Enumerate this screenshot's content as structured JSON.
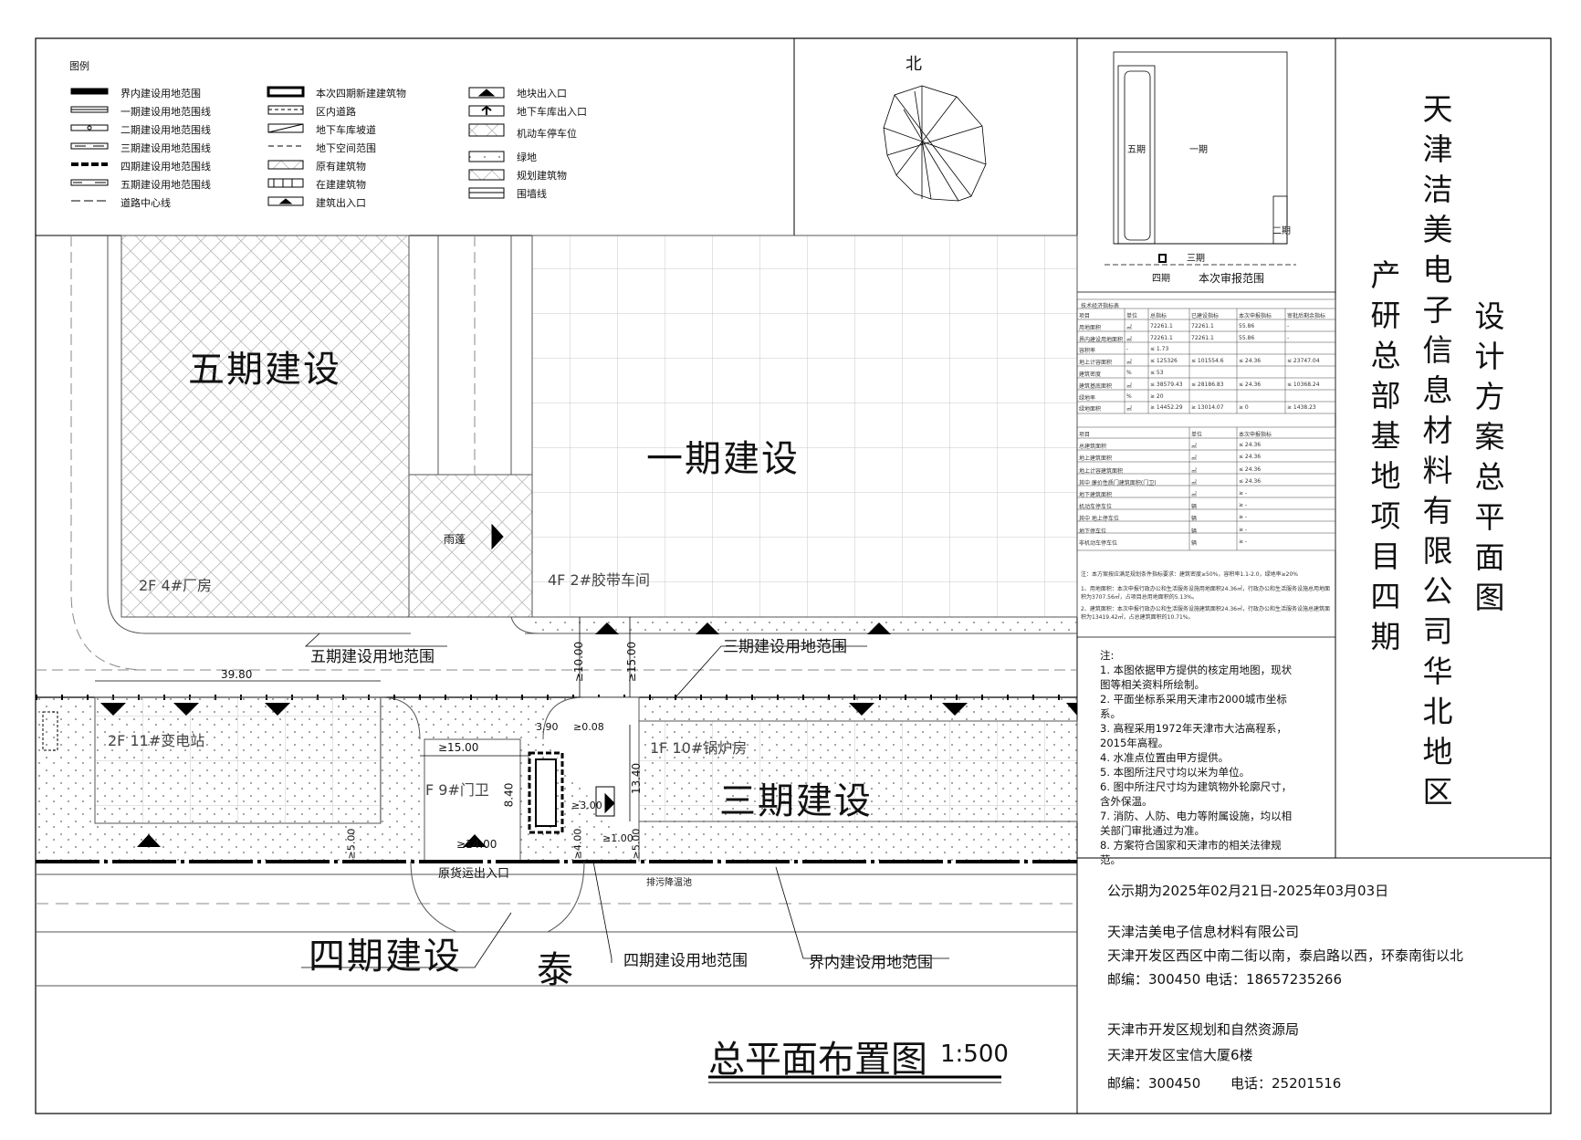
{
  "legend": {
    "title": "图例",
    "col1": [
      "界内建设用地范围",
      "一期建设用地范围线",
      "二期建设用地范围线",
      "三期建设用地范围线",
      "四期建设用地范围线",
      "五期建设用地范围线",
      "道路中心线"
    ],
    "col2": [
      "本次四期新建建筑物",
      "区内道路",
      "地下车库坡道",
      "地下空间范围",
      "原有建筑物",
      "在建建筑物",
      "建筑出入口"
    ],
    "col3": [
      "地块出入口",
      "地下车库出入口",
      "机动车停车位",
      "绿地",
      "规划建筑物",
      "围墙线"
    ]
  },
  "compass": {
    "north": "北"
  },
  "keymap": {
    "phase5": "五期",
    "phase1": "一期",
    "phase2": "二期",
    "phase3": "三期",
    "phase4": "四期",
    "scope": "本次审报范围"
  },
  "plan": {
    "phase5": "五期建设",
    "phase1": "一期建设",
    "phase3": "三期建设",
    "phase4": "四期建设",
    "tai": "泰",
    "canopy": "雨蓬",
    "bldg4": "2F  4#厂房",
    "bldg2": "4F  2#胶带车间",
    "bldg11": "2F  11#变电站",
    "bldg10": "1F  10#锅炉房",
    "bldg9": "F  9#门卫",
    "label_p5": "五期建设用地范围",
    "label_p3": "三期建设用地范围",
    "label_p4": "四期建设用地范围",
    "label_site": "界内建设用地范围",
    "entrance": "原货运出入口",
    "drain": "排污降温池",
    "dim_39_80": "39.80",
    "dim_10": "≥10.00",
    "dim_15a": "≥15.00",
    "dim_15b": "≥15.00",
    "dim_14": "≥14.00",
    "dim_13_40": "13.40",
    "dim_8_40": "8.40",
    "dim_3_90": "3.90",
    "dim_0_08": "≥0.08",
    "dim_3_00": "≥3.00",
    "dim_5a": "≥5.00",
    "dim_5b": "≥5.00",
    "dim_1": "≥1.00",
    "dim_4": "≥4.00",
    "drawing_title": "总平面布置图",
    "scale": "1:500"
  },
  "table": {
    "title": "技术经济指标表",
    "header": [
      "项目",
      "单位",
      "总指标",
      "已建设指标",
      "本次申报指标",
      "审批后剩余指标"
    ],
    "rows": [
      [
        "用地面积",
        "㎡",
        "72261.1",
        "72261.1",
        "55.86",
        "-"
      ],
      [
        "界内建设用地面积",
        "㎡",
        "72261.1",
        "72261.1",
        "55.86",
        "-"
      ],
      [
        "容积率",
        "-",
        "≤  1.73",
        "",
        "",
        ""
      ],
      [
        "地上计容面积",
        "㎡",
        "≤  125326",
        "≤  101554.6",
        "≤  24.36",
        "≤  23747.04"
      ],
      [
        "建筑密度",
        "%",
        "≤  53",
        "",
        "",
        ""
      ],
      [
        "建筑基底面积",
        "㎡",
        "≤  38579.43",
        "≤  28186.83",
        "≤  24.36",
        "≤  10368.24"
      ],
      [
        "绿地率",
        "%",
        "≥  20",
        "",
        "",
        ""
      ],
      [
        "绿地面积",
        "㎡",
        "≥  14452.29",
        "≥  13014.07",
        "≥  0",
        "≥  1438.23"
      ]
    ],
    "header2": [
      "项目",
      "单位",
      "本次申报指标"
    ],
    "rows2": [
      [
        "总建筑面积",
        "㎡",
        "≤  24.36"
      ],
      [
        "地上建筑面积",
        "㎡",
        "≤  24.36"
      ],
      [
        "地上计容建筑面积",
        "㎡",
        "≤  24.36"
      ],
      [
        "其中  廉价性质门建筑面积(门卫)",
        "㎡",
        "≤  24.36"
      ],
      [
        "地下建筑面积",
        "㎡",
        "≥  -"
      ],
      [
        "机动车停车位",
        "辆",
        "≥  -"
      ],
      [
        "其中  地上停车位",
        "辆",
        "≥  -"
      ],
      [
        "地下停车位",
        "辆",
        "≥  -"
      ],
      [
        "非机动车停车位",
        "辆",
        "≥  -"
      ]
    ],
    "note1": "注：本方案按应满足规划条件指标要求：建筑密度≥50%，容积率1.1-2.0，绿地率≥20%",
    "note2": "1、用地面积：本次申报行政办公和生活服务设施用地面积24.36㎡，行政办公和生活服务设施总用地面积为3707.56㎡，占项目总用地面积的5.13%。",
    "note3": "2、建筑面积：本次申报行政办公和生活服务设施建筑面积24.36㎡，行政办公和生活服务设施总建筑面积为13419.42㎡，占总建筑面积的10.71%。"
  },
  "notes": {
    "title": "注:",
    "items": [
      "1. 本图依据甲方提供的核定用地图，现状图等相关资料所绘制。",
      "2. 平面坐标系采用天津市2000城市坐标系。",
      "3. 高程采用1972年天津市大沽高程系，2015年高程。",
      "4. 水准点位置由甲方提供。",
      "5. 本图所注尺寸均以米为单位。",
      "6. 图中所注尺寸均为建筑物外轮廓尺寸，含外保温。",
      "7. 消防、人防、电力等附属设施，均以相关部门审批通过为准。",
      "8. 方案符合国家和天津市的相关法律规范。"
    ]
  },
  "title_block": {
    "col_a": "天津洁美电子信息材料有限公司华北地区",
    "col_b": "设计方案总平面图",
    "col_c": "产研总部基地项目四期"
  },
  "info": {
    "period": "公示期为2025年02月21日-2025年03月03日",
    "company": "天津洁美电子信息材料有限公司",
    "address": "天津开发区西区中南二街以南，泰启路以西，环泰南街以北",
    "contact1": "邮编：300450 电话：18657235266",
    "bureau": "天津市开发区规划和自然资源局",
    "bureau_address": "天津开发区宝信大厦6楼",
    "zip_label": "邮编：300450",
    "phone_label": "电话：25201516"
  }
}
